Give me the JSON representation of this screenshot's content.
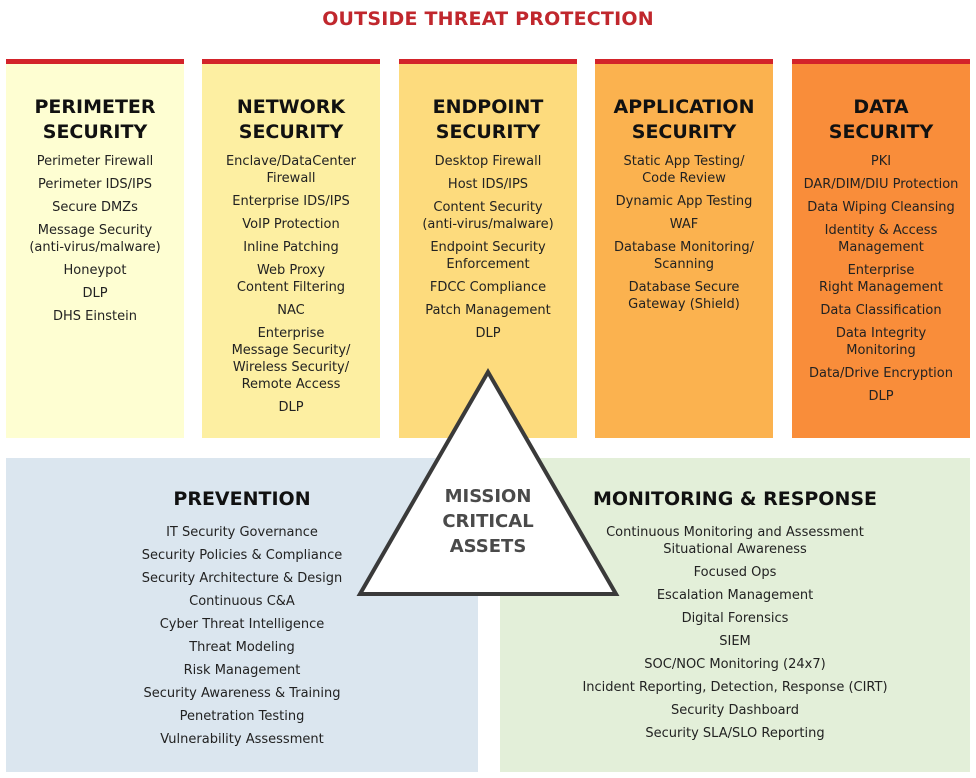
{
  "title": "OUTSIDE THREAT PROTECTION",
  "colors": {
    "accent_red": "#d3232a",
    "perimeter_bg": "#fefed2",
    "network_bg": "#fdefa2",
    "endpoint_bg": "#fddb7d",
    "application_bg": "#fbb24f",
    "data_bg": "#f98d3a",
    "prevention_bg": "#dbe6ef",
    "monitoring_bg": "#e3efd9"
  },
  "columns": [
    {
      "heading": "PERIMETER\nSECURITY",
      "items": [
        "Perimeter Firewall",
        "Perimeter IDS/IPS",
        "Secure DMZs",
        "Message Security\n(anti-virus/malware)",
        "Honeypot",
        "DLP",
        "DHS Einstein"
      ]
    },
    {
      "heading": "NETWORK\nSECURITY",
      "items": [
        "Enclave/DataCenter\nFirewall",
        "Enterprise IDS/IPS",
        "VoIP Protection",
        "Inline Patching",
        "Web Proxy\nContent Filtering",
        "NAC",
        "Enterprise\nMessage Security/\nWireless Security/\nRemote Access",
        "DLP"
      ]
    },
    {
      "heading": "ENDPOINT\nSECURITY",
      "items": [
        "Desktop Firewall",
        "Host IDS/IPS",
        "Content Security\n(anti-virus/malware)",
        "Endpoint Security\nEnforcement",
        "FDCC Compliance",
        "Patch Management",
        "DLP"
      ]
    },
    {
      "heading": "APPLICATION\nSECURITY",
      "items": [
        "Static App Testing/\nCode Review",
        "Dynamic App Testing",
        "WAF",
        "Database Monitoring/\nScanning",
        "Database Secure\nGateway (Shield)"
      ]
    },
    {
      "heading": "DATA\nSECURITY",
      "items": [
        "PKI",
        "DAR/DIM/DIU Protection",
        "Data Wiping Cleansing",
        "Identity & Access\nManagement",
        "Enterprise\nRight Management",
        "Data Classification",
        "Data Integrity\nMonitoring",
        "Data/Drive Encryption",
        "DLP"
      ]
    }
  ],
  "prevention": {
    "heading": "PREVENTION",
    "items": [
      "IT Security Governance",
      "Security Policies & Compliance",
      "Security Architecture & Design",
      "Continuous C&A",
      "Cyber Threat Intelligence",
      "Threat Modeling",
      "Risk Management",
      "Security Awareness & Training",
      "Penetration Testing",
      "Vulnerability Assessment"
    ]
  },
  "monitoring": {
    "heading": "MONITORING & RESPONSE",
    "items": [
      "Continuous Monitoring and Assessment\nSituational Awareness",
      "Focused Ops",
      "Escalation Management",
      "Digital Forensics",
      "SIEM",
      "SOC/NOC Monitoring (24x7)",
      "Incident Reporting, Detection, Response (CIRT)",
      "Security Dashboard",
      "Security SLA/SLO Reporting"
    ]
  },
  "center": {
    "label": "MISSION\nCRITICAL\nASSETS"
  }
}
